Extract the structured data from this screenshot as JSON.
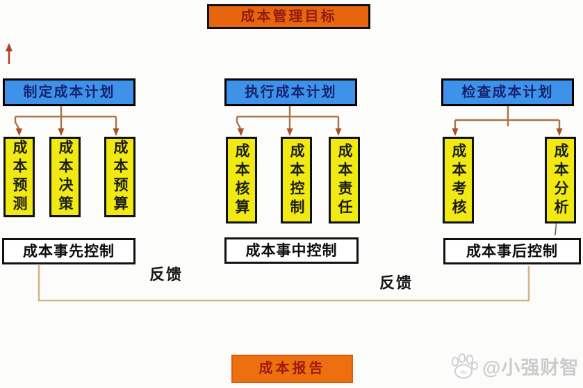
{
  "title": {
    "label": "成本管理目标"
  },
  "columns": [
    {
      "header": "制定成本计划",
      "items": [
        "成本预测",
        "成本决策",
        "成本预算"
      ],
      "control": "成本事先控制"
    },
    {
      "header": "执行成本计划",
      "items": [
        "成本核算",
        "成本控制",
        "成本责任"
      ],
      "control": "成本事中控制"
    },
    {
      "header": "检查成本计划",
      "items": [
        "成本考核",
        "成本分析"
      ],
      "control": "成本事后控制"
    }
  ],
  "feedback": [
    "反馈",
    "反馈"
  ],
  "report": {
    "label": "成本报告"
  },
  "watermark": {
    "icon": "baidu-paw-icon",
    "icon_text": "du",
    "text": "@小强财智"
  },
  "colors": {
    "title_fill": "#e8650f",
    "title_text": "#8e1c12",
    "header_fill": "#3e92ea",
    "header_text": "#16246e",
    "stage_fill": "#f0ea12",
    "control_border": "#111111",
    "connector_line": "#a9744a",
    "arrowhead": "#a8502e",
    "feedback_line": "#d6b486",
    "report_fill": "#ee6f10",
    "watermark_gray": "#cccccc"
  }
}
